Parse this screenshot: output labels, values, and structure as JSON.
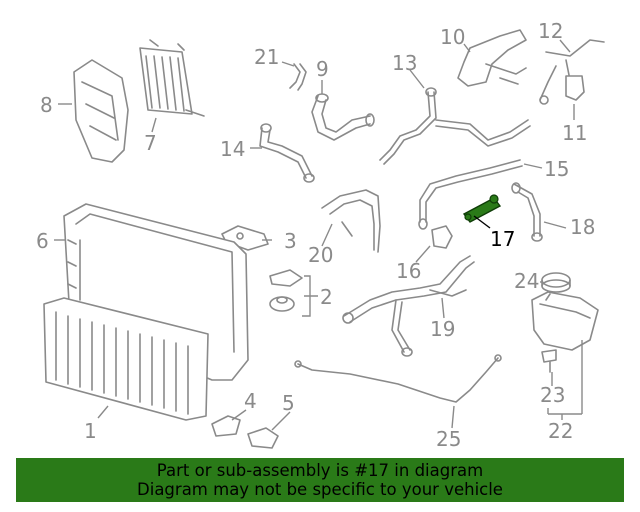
{
  "callouts": {
    "c1": "1",
    "c2": "2",
    "c3": "3",
    "c4": "4",
    "c5": "5",
    "c6": "6",
    "c7": "7",
    "c8": "8",
    "c9": "9",
    "c10": "10",
    "c11": "11",
    "c12": "12",
    "c13": "13",
    "c14": "14",
    "c15": "15",
    "c16": "16",
    "c17": "17",
    "c18": "18",
    "c19": "19",
    "c20": "20",
    "c21": "21",
    "c22": "22",
    "c23": "23",
    "c24": "24",
    "c25": "25"
  },
  "highlight": {
    "part": "17",
    "color": "#2a7a18"
  },
  "banner": {
    "line1": "Part or sub-assembly is #17 in diagram",
    "line2": "Diagram may not be specific to your vehicle",
    "background": "#2a7a18"
  }
}
